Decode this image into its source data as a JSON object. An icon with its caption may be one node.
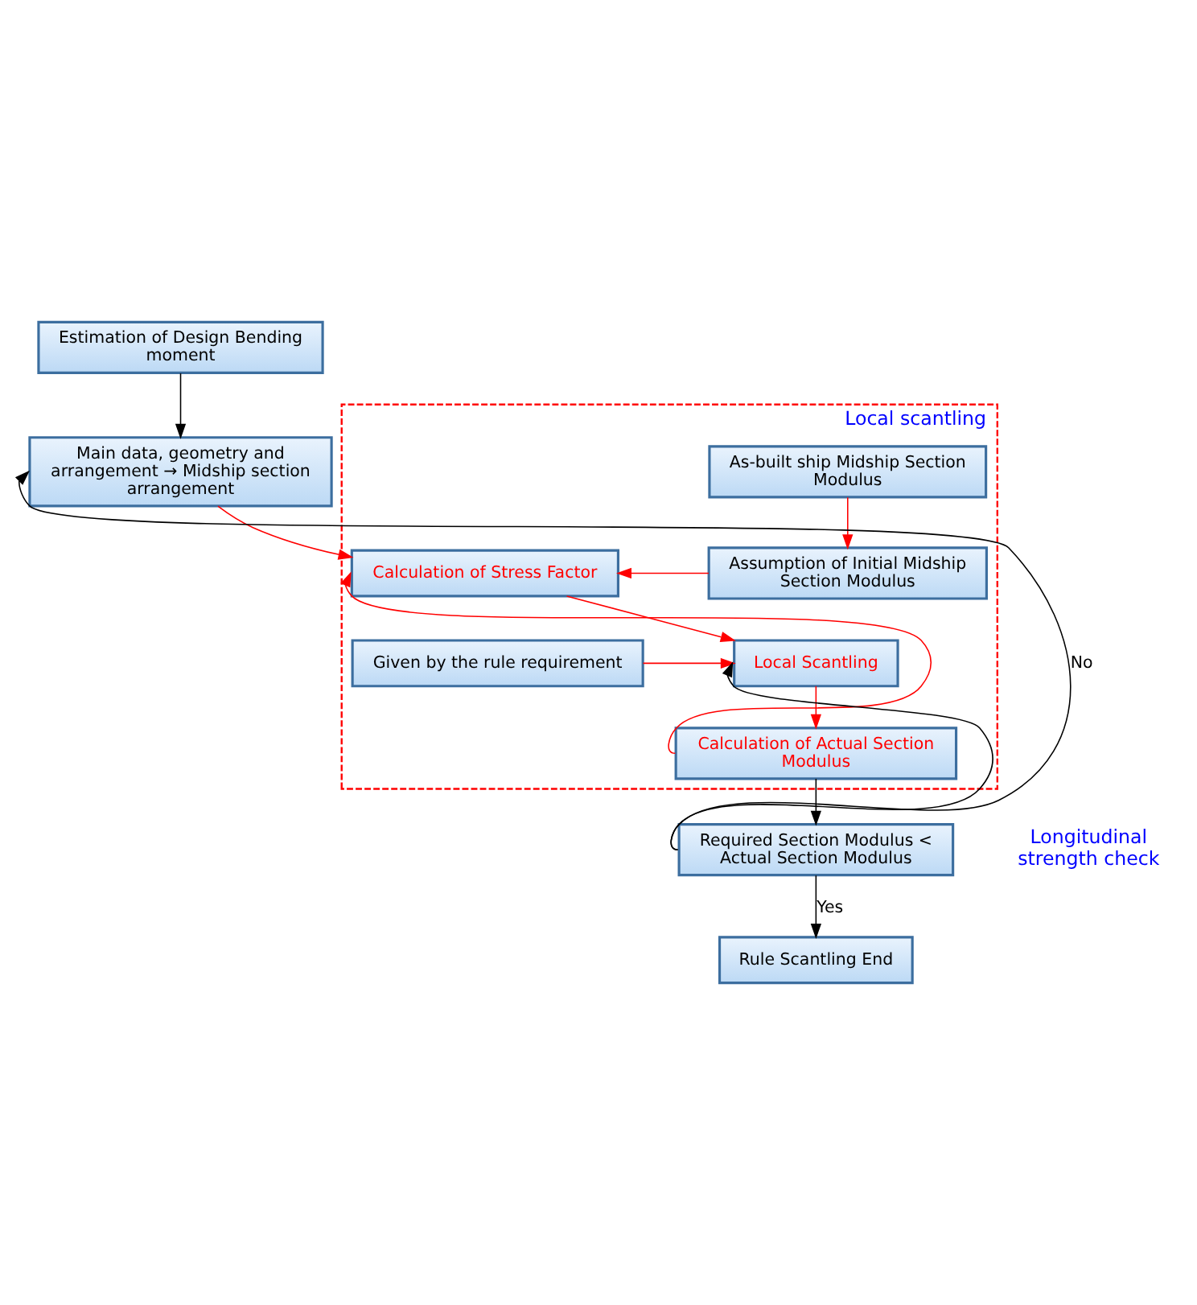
{
  "diagram": {
    "nodes": [
      {
        "text": [
          "Estimation of Design Bending moment"
        ]
      },
      {
        "text": [
          "Main data, geometry and arrangement → Midship section arrangement"
        ]
      },
      {
        "text": [
          "Local scantling"
        ]
      },
      {
        "text": [
          "As-built ship Midship Section Modulus"
        ],
        "in": 2
      },
      {
        "text": [
          "Calculation of Stress Factor"
        ],
        "in": 2
      },
      {
        "text": [
          "Assumption of Initial Midship Section Modulus"
        ],
        "in": 2
      },
      {
        "text": [
          "Local Scantling"
        ],
        "in": 2
      },
      {
        "text": [
          "Given by the rule requirement"
        ],
        "in": 2
      },
      {
        "text": [
          "Calculation of Actual Section Modulus"
        ],
        "in": 2
      },
      {
        "text": [
          "Required Section Modulus < Actual Section Modulus"
        ],
        "beside": [
          "Longitudinal strength check"
        ]
      },
      {
        "text": [
          "Rule Scantling End"
        ]
      }
    ],
    "edges": [
      {
        "from": 0,
        "to": 1,
        "arrow": "to",
        "color": "#000000"
      },
      {
        "from": 1,
        "to": 4,
        "arrow": "to",
        "color": "#ff0000"
      },
      {
        "from": 3,
        "to": 5,
        "arrow": "to",
        "color": "#ff0000"
      },
      {
        "from": 5,
        "to": 4,
        "arrow": "to",
        "color": "#ff0000"
      },
      {
        "from": 4,
        "to": 6,
        "arrow": "to",
        "color": "#ff0000"
      },
      {
        "from": 7,
        "to": 6,
        "arrow": "to",
        "color": "#ff0000"
      },
      {
        "from": 6,
        "to": 8,
        "arrow": "to",
        "color": "#ff0000"
      },
      {
        "from": 8,
        "to": 4,
        "arrow": "to",
        "color": "#ff0000"
      },
      {
        "from": 8,
        "to": 9,
        "arrow": "to",
        "color": "#000000"
      },
      {
        "from": 9,
        "to": 1,
        "arrow": "to",
        "label": "No",
        "color": "#000000"
      },
      {
        "from": 9,
        "to": 6,
        "arrow": "to",
        "color": "#000000"
      },
      {
        "from": 9,
        "to": 10,
        "arrow": "to",
        "label": "Yes",
        "color": "#000000"
      }
    ]
  }
}
